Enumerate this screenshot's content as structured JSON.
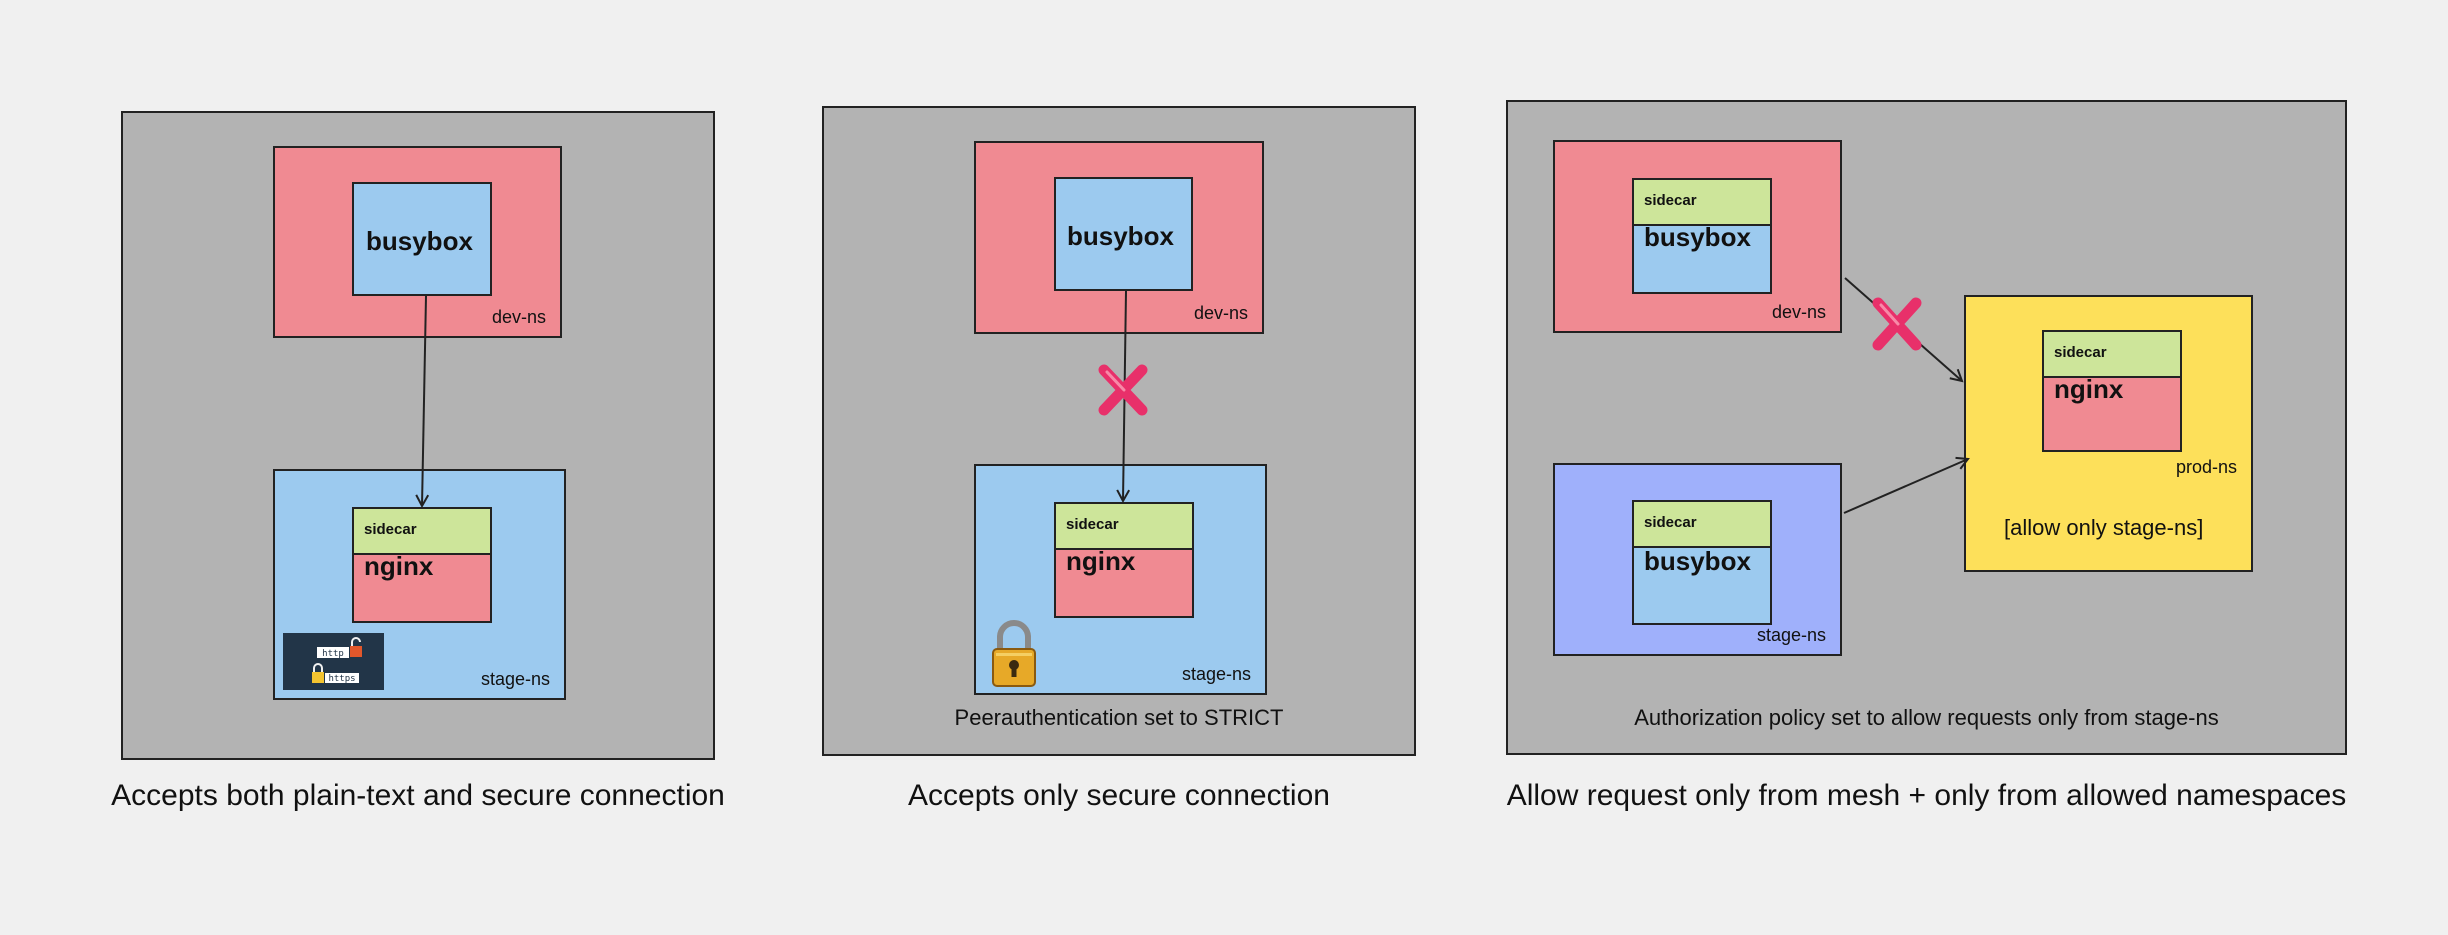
{
  "panel1": {
    "dev_ns": {
      "label": "dev-ns",
      "pod": "busybox"
    },
    "stage_ns": {
      "label": "stage-ns",
      "sidecar": "sidecar",
      "pod": "nginx",
      "badge_http": "http",
      "badge_https": "https"
    },
    "caption": "Accepts both plain-text and secure connection"
  },
  "panel2": {
    "dev_ns": {
      "label": "dev-ns",
      "pod": "busybox"
    },
    "stage_ns": {
      "label": "stage-ns",
      "sidecar": "sidecar",
      "pod": "nginx"
    },
    "inner_caption": "Peerauthentication set to STRICT",
    "caption": "Accepts only secure connection"
  },
  "panel3": {
    "dev_ns": {
      "label": "dev-ns",
      "sidecar": "sidecar",
      "pod": "busybox"
    },
    "stage_ns": {
      "label": "stage-ns",
      "sidecar": "sidecar",
      "pod": "busybox"
    },
    "prod_ns": {
      "label": "prod-ns",
      "sidecar": "sidecar",
      "pod": "nginx",
      "note": "[allow only stage-ns]"
    },
    "inner_caption": "Authorization policy set to allow requests only from stage-ns",
    "caption": "Allow request only from mesh + only from allowed namespaces"
  },
  "colors": {
    "panel": "#b3b3b3",
    "dev_ns": "#f08a92",
    "stage_ns": "#9ccaef",
    "stage_ns_alt": "#9fb0fb",
    "prod_ns": "#fde05a",
    "sidecar": "#cde59a",
    "deny_x": "#e8306a"
  }
}
